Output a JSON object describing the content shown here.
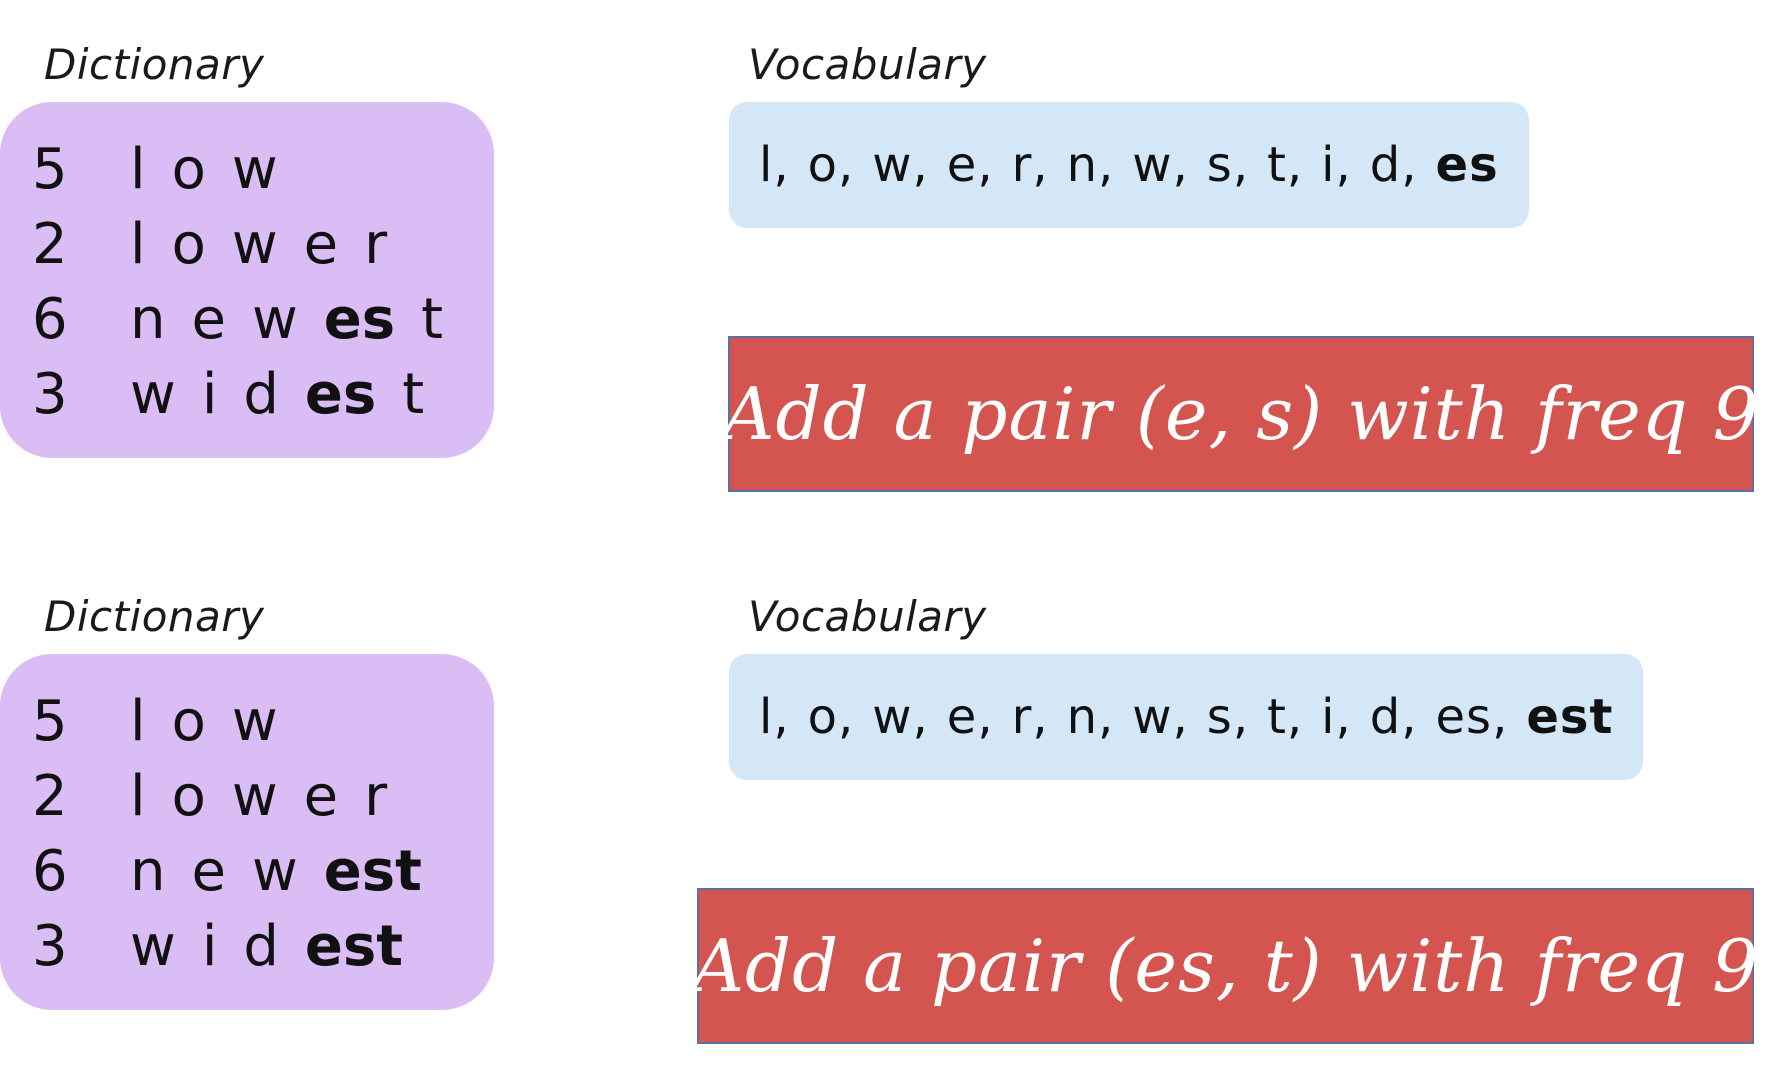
{
  "panels": [
    {
      "dictionary": {
        "label": "Dictionary",
        "rows": [
          {
            "count": "5",
            "tokens": [
              {
                "t": "l"
              },
              {
                "t": "o"
              },
              {
                "t": "w"
              }
            ]
          },
          {
            "count": "2",
            "tokens": [
              {
                "t": "l"
              },
              {
                "t": "o"
              },
              {
                "t": "w"
              },
              {
                "t": "e"
              },
              {
                "t": "r"
              }
            ]
          },
          {
            "count": "6",
            "tokens": [
              {
                "t": "n"
              },
              {
                "t": "e"
              },
              {
                "t": "w"
              },
              {
                "t": "es",
                "bold": true
              },
              {
                "t": "t"
              }
            ]
          },
          {
            "count": "3",
            "tokens": [
              {
                "t": "w"
              },
              {
                "t": "i"
              },
              {
                "t": "d"
              },
              {
                "t": "es",
                "bold": true
              },
              {
                "t": "t"
              }
            ]
          }
        ]
      },
      "vocabulary": {
        "label": "Vocabulary",
        "items": [
          "l",
          "o",
          "w",
          "e",
          "r",
          "n",
          "w",
          "s",
          "t",
          "i",
          "d",
          "es"
        ],
        "new_item": "es"
      },
      "action": "Add a pair (e, s) with freq 9"
    },
    {
      "dictionary": {
        "label": "Dictionary",
        "rows": [
          {
            "count": "5",
            "tokens": [
              {
                "t": "l"
              },
              {
                "t": "o"
              },
              {
                "t": "w"
              }
            ]
          },
          {
            "count": "2",
            "tokens": [
              {
                "t": "l"
              },
              {
                "t": "o"
              },
              {
                "t": "w"
              },
              {
                "t": "e"
              },
              {
                "t": "r"
              }
            ]
          },
          {
            "count": "6",
            "tokens": [
              {
                "t": "n"
              },
              {
                "t": "e"
              },
              {
                "t": "w"
              },
              {
                "t": "est",
                "bold": true
              }
            ]
          },
          {
            "count": "3",
            "tokens": [
              {
                "t": "w"
              },
              {
                "t": "i"
              },
              {
                "t": "d"
              },
              {
                "t": "est",
                "bold": true
              }
            ]
          }
        ]
      },
      "vocabulary": {
        "label": "Vocabulary",
        "items": [
          "l",
          "o",
          "w",
          "e",
          "r",
          "n",
          "w",
          "s",
          "t",
          "i",
          "d",
          "es",
          "est"
        ],
        "new_item": "est"
      },
      "action": "Add a pair (es, t) with freq 9"
    }
  ]
}
